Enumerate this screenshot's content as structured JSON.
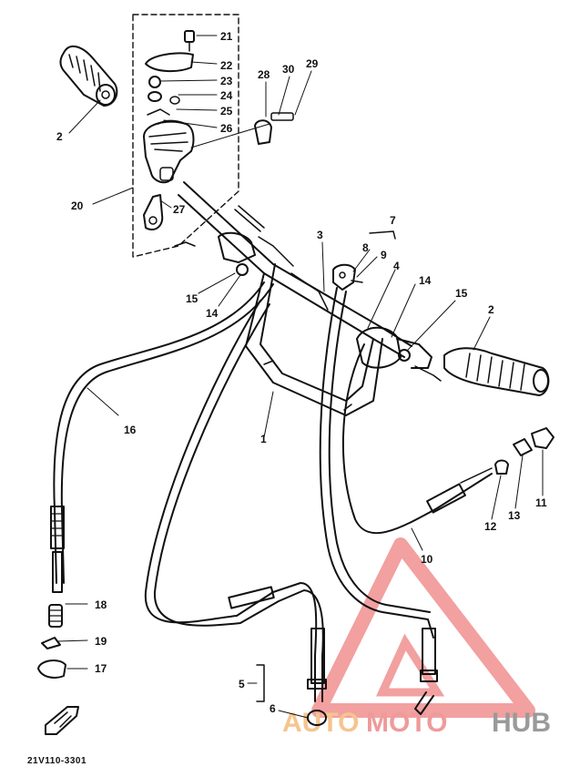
{
  "diagram_code": "21V110-3301",
  "watermark": {
    "auto": "AUTO",
    "moto": "MOTO",
    "hub": "HUB"
  },
  "callouts": {
    "c1": "1",
    "c2_left": "2",
    "c2_right": "2",
    "c3": "3",
    "c4": "4",
    "c5": "5",
    "c6": "6",
    "c7": "7",
    "c8": "8",
    "c9": "9",
    "c10": "10",
    "c11": "11",
    "c12": "12",
    "c13": "13",
    "c14_left": "14",
    "c14_right": "14",
    "c15_left": "15",
    "c15_right": "15",
    "c16": "16",
    "c17": "17",
    "c18": "18",
    "c19": "19",
    "c20": "20",
    "c21": "21",
    "c22": "22",
    "c23": "23",
    "c24": "24",
    "c25": "25",
    "c26": "26",
    "c27": "27",
    "c28": "28",
    "c29": "29",
    "c30": "30"
  }
}
